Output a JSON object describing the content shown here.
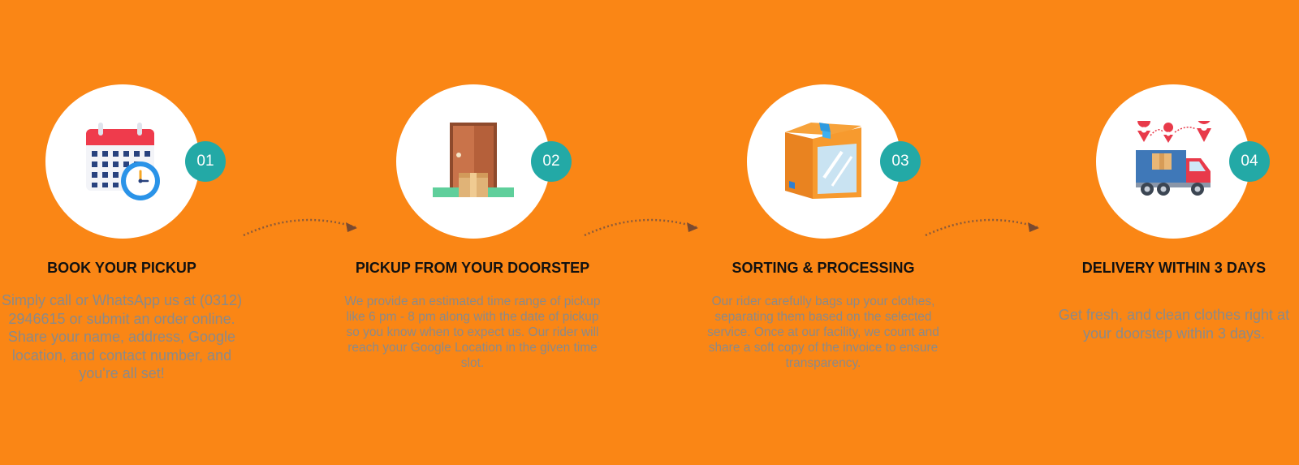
{
  "colors": {
    "background": "#FA8615",
    "badge": "#23A9A6",
    "title": "#111111",
    "description": "#8a8a8a"
  },
  "steps": [
    {
      "number": "01",
      "title": "BOOK YOUR PICKUP",
      "description": "Simply call or WhatsApp us at (0312) 2946615 or submit an order online. Share your name, address, Google location, and contact number, and you're all set!",
      "icon": "calendar-clock-icon"
    },
    {
      "number": "02",
      "title": "PICKUP FROM YOUR DOORSTEP",
      "description": "We provide an estimated time range of pickup like 6 pm - 8 pm along with the date of pickup so you know when to expect us. Our rider will reach your Google Location in the given time slot.",
      "icon": "door-package-icon"
    },
    {
      "number": "03",
      "title": "SORTING & PROCESSING",
      "description": "Our rider carefully bags up your clothes, separating them based on the selected service. Once at our facility, we count and share a soft copy of the invoice to ensure transparency.",
      "icon": "box-icon"
    },
    {
      "number": "04",
      "title": "DELIVERY WITHIN 3 DAYS",
      "description": "Get fresh, and clean clothes right at your doorstep within 3 days.",
      "icon": "delivery-truck-icon"
    }
  ]
}
